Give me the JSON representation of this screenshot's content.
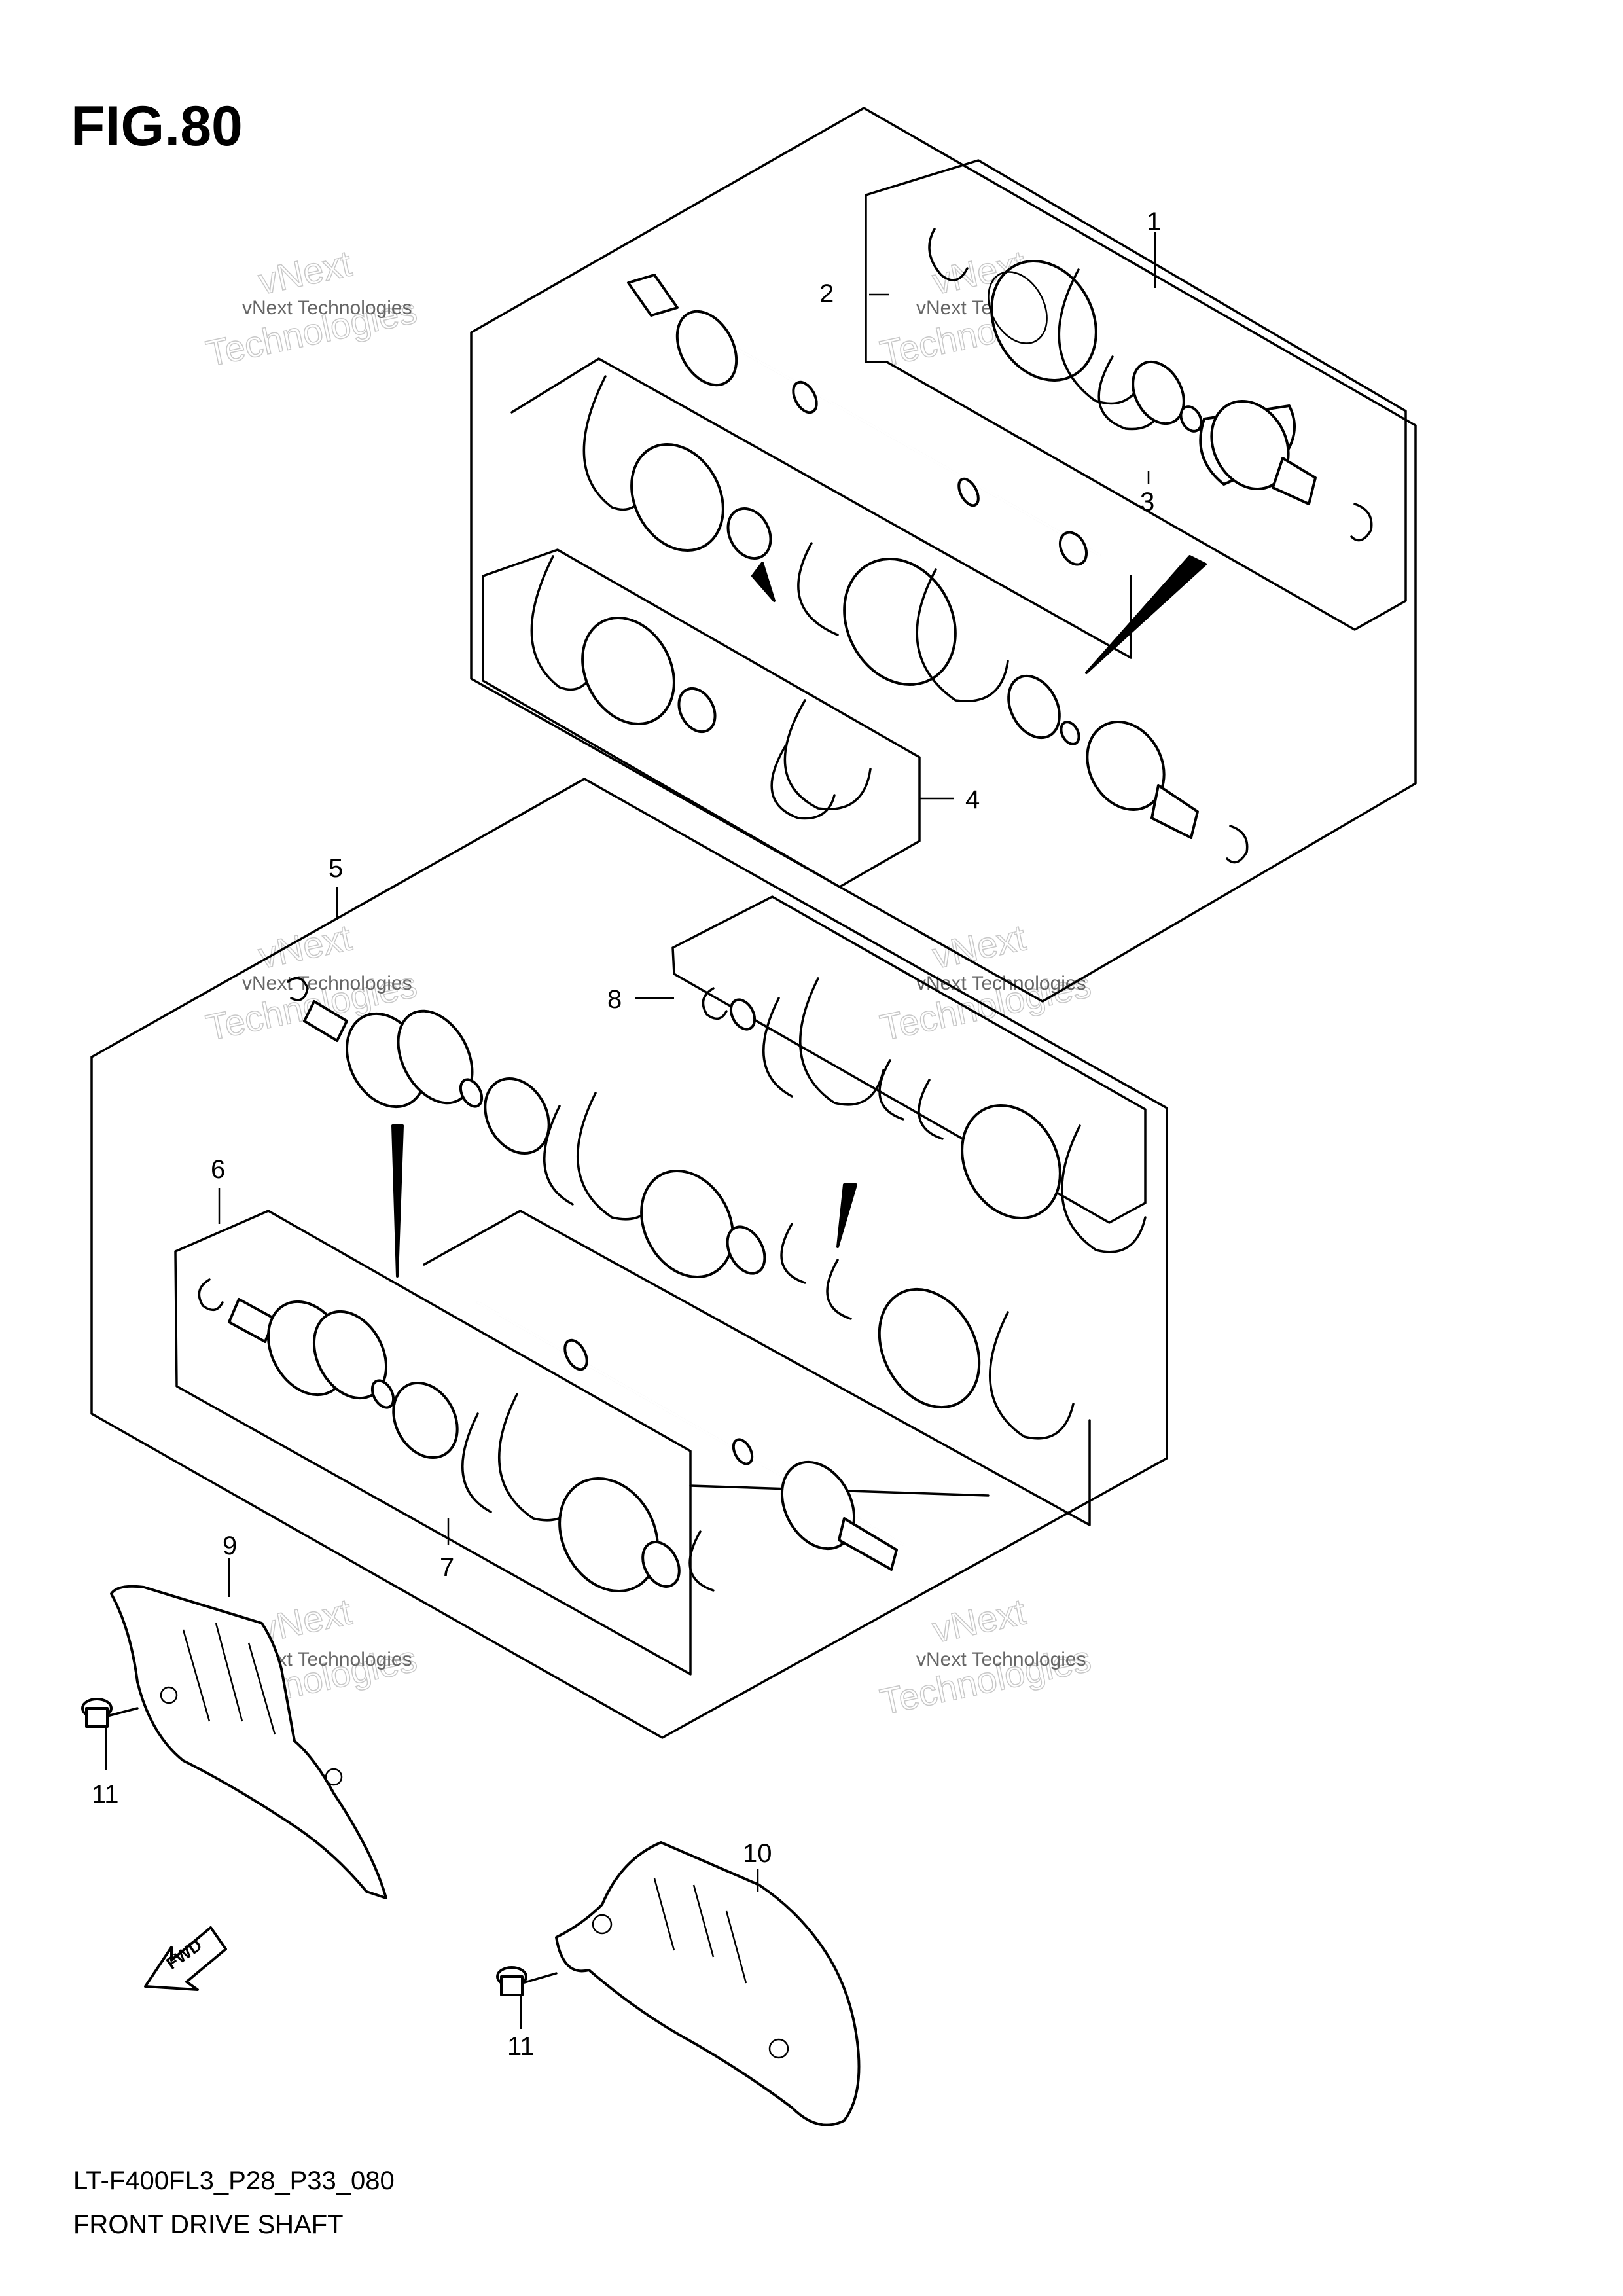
{
  "figure": {
    "title": "FIG.80"
  },
  "footer": {
    "code": "LT-F400FL3_P28_P33_080",
    "caption": "FRONT DRIVE SHAFT"
  },
  "watermark": {
    "line1": "vNext Technologies",
    "line2": "Technologies",
    "overlay": "vNext"
  },
  "callouts": [
    "1",
    "2",
    "3",
    "4",
    "5",
    "6",
    "7",
    "8",
    "9",
    "10",
    "11",
    "11"
  ],
  "arrow": {
    "label": "FWD"
  }
}
